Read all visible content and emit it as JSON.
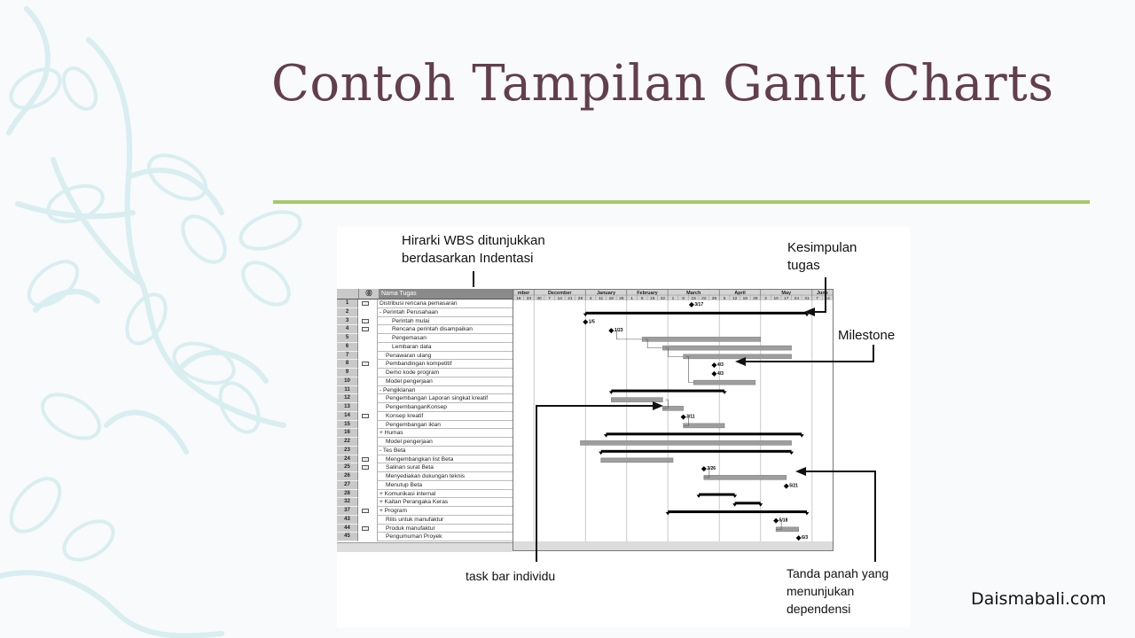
{
  "slide": {
    "title": "Contoh Tampilan Gantt Charts",
    "credit": "Daismabali.com",
    "accent_color": "#a4c96a",
    "title_color": "#633e4d"
  },
  "annotations": {
    "wbs": [
      "Hirarki WBS ditunjukkan",
      "berdasarkan Indentasi"
    ],
    "summary": [
      "Kesimpulan",
      "tugas"
    ],
    "milestone": "Milestone",
    "task_bar": "task bar individu",
    "dependency": [
      "Tanda panah yang",
      "menunjukan",
      "dependensi"
    ]
  },
  "table": {
    "header": {
      "indicator": "⓪",
      "name": "Nama Tugas"
    },
    "rows": [
      {
        "id": "1",
        "ind": true,
        "name": "Distribusi rencana pemasaran",
        "level": 0
      },
      {
        "id": "2",
        "ind": false,
        "name": "- Perintah Perusahaan",
        "level": 0
      },
      {
        "id": "3",
        "ind": true,
        "name": "Perintah mulai",
        "level": 2
      },
      {
        "id": "4",
        "ind": true,
        "name": "Rencana perintah disampaikan",
        "level": 2
      },
      {
        "id": "5",
        "ind": false,
        "name": "Pengemasan",
        "level": 2
      },
      {
        "id": "6",
        "ind": false,
        "name": "Lembaran data",
        "level": 2
      },
      {
        "id": "7",
        "ind": false,
        "name": "Penawaran ulang",
        "level": 1
      },
      {
        "id": "8",
        "ind": true,
        "name": "Pembandingan kompetitif",
        "level": 1
      },
      {
        "id": "9",
        "ind": false,
        "name": "Demo kode program",
        "level": 1
      },
      {
        "id": "10",
        "ind": false,
        "name": "Model pengerjaan",
        "level": 1
      },
      {
        "id": "11",
        "ind": false,
        "name": "- Pengiklanan",
        "level": 0
      },
      {
        "id": "12",
        "ind": false,
        "name": "Pengembangan Laporan singkat kreatif",
        "level": 1
      },
      {
        "id": "13",
        "ind": false,
        "name": "PengembanganKonsep",
        "level": 1
      },
      {
        "id": "14",
        "ind": true,
        "name": "Konsep kreatif",
        "level": 1
      },
      {
        "id": "15",
        "ind": false,
        "name": "Pengembangan iklan",
        "level": 1
      },
      {
        "id": "16",
        "ind": false,
        "name": "+ Humas",
        "level": 0
      },
      {
        "id": "22",
        "ind": false,
        "name": "Model pengerjaan",
        "level": 1
      },
      {
        "id": "23",
        "ind": false,
        "name": "- Tes Beta",
        "level": 0
      },
      {
        "id": "24",
        "ind": true,
        "name": "Mengembangkan list Beta",
        "level": 1
      },
      {
        "id": "25",
        "ind": true,
        "name": "Salinan surat Beta",
        "level": 1
      },
      {
        "id": "26",
        "ind": false,
        "name": "Menyediakan dukungan teknis",
        "level": 1
      },
      {
        "id": "27",
        "ind": false,
        "name": "Menutup Beta",
        "level": 1
      },
      {
        "id": "28",
        "ind": false,
        "name": "+ Komunikasi internal",
        "level": 0
      },
      {
        "id": "32",
        "ind": false,
        "name": "+ Kaitan Perangaka Keras",
        "level": 0
      },
      {
        "id": "37",
        "ind": true,
        "name": "+ Program",
        "level": 0
      },
      {
        "id": "43",
        "ind": false,
        "name": "Rilis untuk manufaktur",
        "level": 1
      },
      {
        "id": "44",
        "ind": true,
        "name": "Produk manufaktur",
        "level": 1
      },
      {
        "id": "45",
        "ind": false,
        "name": "Pengumuman Proyek",
        "level": 1
      }
    ]
  },
  "timeline": {
    "months": [
      "mber",
      "December",
      "January",
      "February",
      "March",
      "April",
      "May",
      "June"
    ],
    "weeks": [
      "16",
      "23",
      "30",
      "7",
      "14",
      "21",
      "28",
      "4",
      "11",
      "18",
      "25",
      "1",
      "8",
      "15",
      "22",
      "1",
      "8",
      "15",
      "22",
      "29",
      "5",
      "12",
      "19",
      "26",
      "3",
      "10",
      "17",
      "24",
      "31",
      "7",
      "14"
    ]
  },
  "chart_data": {
    "type": "gantt",
    "x_unit": "week index from first shown week (Nov 16)",
    "tasks": [
      {
        "row": 0,
        "kind": "milestone",
        "at": 17.3,
        "label": "3/17"
      },
      {
        "row": 1,
        "kind": "summary",
        "start": 7,
        "end": 28.5
      },
      {
        "row": 2,
        "kind": "milestone",
        "at": 7,
        "label": "1/5"
      },
      {
        "row": 3,
        "kind": "milestone",
        "at": 9.5,
        "label": "1/23"
      },
      {
        "row": 4,
        "kind": "bar",
        "start": 12.5,
        "end": 24
      },
      {
        "row": 5,
        "kind": "bar",
        "start": 14.5,
        "end": 27
      },
      {
        "row": 6,
        "kind": "bar",
        "start": 16.5,
        "end": 27
      },
      {
        "row": 7,
        "kind": "milestone",
        "at": 19.5,
        "label": "4/3"
      },
      {
        "row": 8,
        "kind": "milestone",
        "at": 19.5,
        "label": "4/3"
      },
      {
        "row": 9,
        "kind": "bar",
        "start": 17.5,
        "end": 23.5
      },
      {
        "row": 10,
        "kind": "summary",
        "start": 9.5,
        "end": 20.5
      },
      {
        "row": 11,
        "kind": "bar",
        "start": 9.5,
        "end": 14.5
      },
      {
        "row": 12,
        "kind": "bar",
        "start": 14.5,
        "end": 16.5
      },
      {
        "row": 13,
        "kind": "milestone",
        "at": 16.5,
        "label": "3/11"
      },
      {
        "row": 14,
        "kind": "bar",
        "start": 16.5,
        "end": 20.5
      },
      {
        "row": 15,
        "kind": "summary",
        "start": 9,
        "end": 28
      },
      {
        "row": 16,
        "kind": "bar",
        "start": 6.5,
        "end": 27
      },
      {
        "row": 17,
        "kind": "summary",
        "start": 8.5,
        "end": 27
      },
      {
        "row": 18,
        "kind": "bar",
        "start": 8.5,
        "end": 15.5
      },
      {
        "row": 19,
        "kind": "milestone",
        "at": 18.5,
        "label": "3/26"
      },
      {
        "row": 20,
        "kind": "bar",
        "start": 18.5,
        "end": 26.5
      },
      {
        "row": 21,
        "kind": "milestone",
        "at": 26.5,
        "label": "5/21"
      },
      {
        "row": 22,
        "kind": "summary",
        "start": 18,
        "end": 21.5
      },
      {
        "row": 23,
        "kind": "summary",
        "start": 21.5,
        "end": 24
      },
      {
        "row": 24,
        "kind": "summary",
        "start": 15,
        "end": 28.5
      },
      {
        "row": 25,
        "kind": "milestone",
        "at": 25.5,
        "label": "5/18"
      },
      {
        "row": 26,
        "kind": "bar",
        "start": 25.5,
        "end": 27.7
      },
      {
        "row": 27,
        "kind": "milestone",
        "at": 27.7,
        "label": "6/3"
      }
    ]
  }
}
